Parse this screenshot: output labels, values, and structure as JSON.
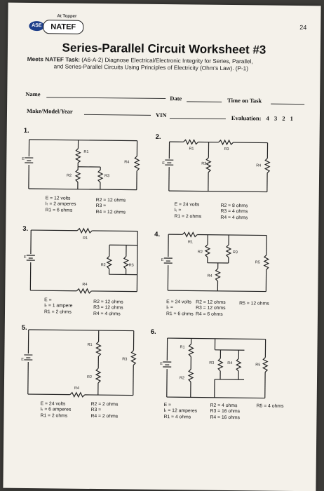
{
  "header": {
    "logo_tag": "At Topper",
    "logo_ase": "ASE",
    "logo_natef": "NATEF",
    "page_number": "24"
  },
  "title": "Series-Parallel Circuit Worksheet #3",
  "task": {
    "meets": "Meets NATEF Task:",
    "line1": "(A6-A-2) Diagnose Electrical/Electronic Integrity for Series, Parallel,",
    "line2": "and Series-Parallel Circuits Using Principles of Electricity (Ohm's Law). (P-1)"
  },
  "fields": {
    "name": "Name",
    "date": "Date",
    "time_on_task": "Time on Task",
    "make_model_year": "Make/Model/Year",
    "vin": "VIN",
    "evaluation": "Evaluation:",
    "scores": [
      "4",
      "3",
      "2",
      "1"
    ]
  },
  "problems": [
    {
      "num": "1.",
      "labels": {
        "E": "E",
        "R1": "R1",
        "R2": "R2",
        "R3": "R3",
        "R4": "R4"
      },
      "left": [
        "E = 12 volts",
        "Iₜ = 2 amperes",
        "R1 = 6 ohms"
      ],
      "right": [
        "R2 = 12 ohms",
        "R3 =",
        "R4 = 12 ohms"
      ]
    },
    {
      "num": "2.",
      "labels": {
        "E": "E",
        "R1": "R1",
        "R2": "R2",
        "R3": "R3",
        "R4": "R4"
      },
      "left": [
        "E = 24 volts",
        "Iₜ =",
        "R1 = 2 ohms"
      ],
      "right": [
        "R2 = 8 ohms",
        "R3 = 4 ohms",
        "R4 = 4 ohms"
      ]
    },
    {
      "num": "3.",
      "labels": {
        "E": "E",
        "R1": "R1",
        "R2": "R2",
        "R3": "R3",
        "R4": "R4"
      },
      "left": [
        "E =",
        "Iₜ = 1 ampere",
        "R1 = 2 ohms"
      ],
      "right": [
        "R2 = 12 ohms",
        "R3 = 12 ohms",
        "R4 = 4 ohms"
      ]
    },
    {
      "num": "4.",
      "labels": {
        "E": "E",
        "R1": "R1",
        "R2": "R2",
        "R3": "R3",
        "R4": "R4",
        "R5": "R5"
      },
      "left": [
        "E = 24 volts",
        "Iₜ =",
        "R1 = 6 ohms"
      ],
      "mid": [
        "R2 = 12 ohms",
        "R3 = 12 ohms",
        "R4 = 6 ohms"
      ],
      "right": [
        "R5 = 12 ohms"
      ]
    },
    {
      "num": "5.",
      "labels": {
        "E": "E",
        "R1": "R1",
        "R2": "R2",
        "R3": "R3",
        "R4": "R4"
      },
      "left": [
        "E = 24 volts",
        "Iₜ = 6 amperes",
        "R1 = 2 ohms"
      ],
      "right": [
        "R2 = 2 ohms",
        "R3 =",
        "R4 = 2 ohms"
      ]
    },
    {
      "num": "6.",
      "labels": {
        "E": "E",
        "R1": "R1",
        "R2": "R2",
        "R3": "R3",
        "R4": "R4",
        "R5": "R5"
      },
      "left": [
        "E =",
        "Iₜ = 12 amperes",
        "R1 = 4 ohms"
      ],
      "mid": [
        "R2 = 4 ohms",
        "R3 = 16 ohms",
        "R4 = 16 ohms"
      ],
      "right": [
        "R5 = 4 ohms"
      ]
    }
  ]
}
